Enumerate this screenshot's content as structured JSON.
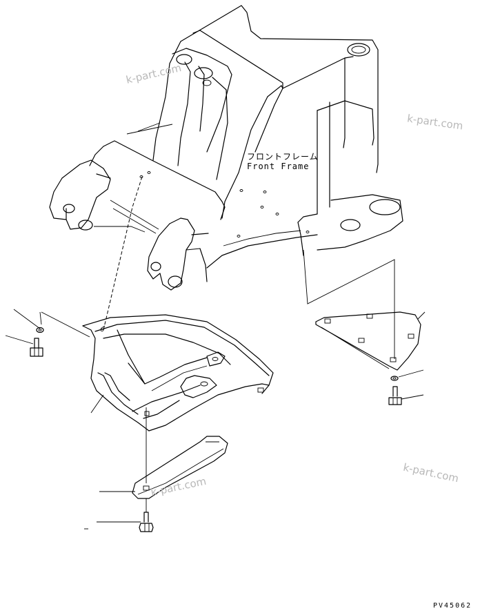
{
  "diagram": {
    "part_label_japanese": "フロントフレーム",
    "part_label_english": "Front Frame",
    "drawing_code": "PV45062",
    "watermark": "k-part.com"
  }
}
